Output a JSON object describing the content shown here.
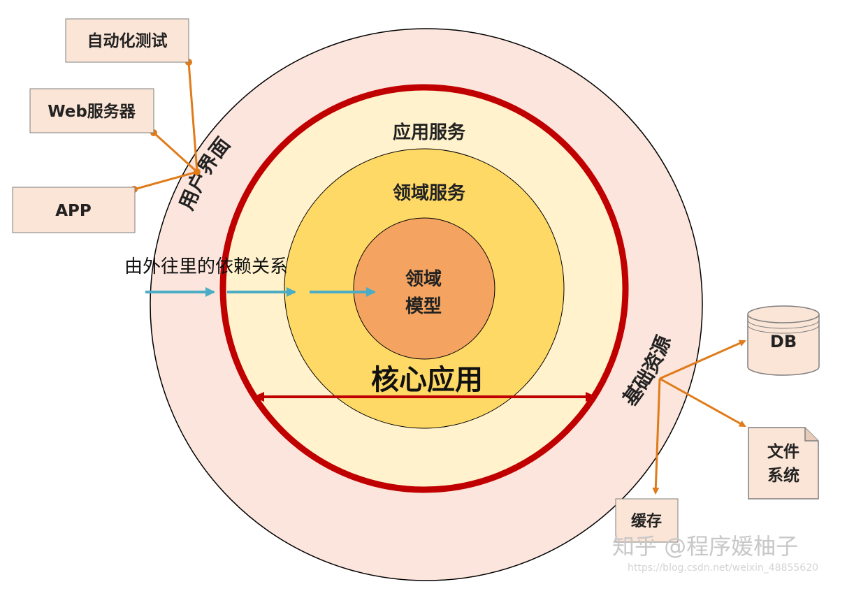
{
  "boxes": {
    "auto_test": "自动化测试",
    "web_server": "Web服务器",
    "app": "APP",
    "db": "DB",
    "file_system_line1": "文件",
    "file_system_line2": "系统",
    "cache": "缓存"
  },
  "layers": {
    "user_interface": "用户界面",
    "infrastructure": "基础资源",
    "application_service": "应用服务",
    "domain_service": "领域服务",
    "domain_model_line1": "领域",
    "domain_model_line2": "模型",
    "core_application": "核心应用"
  },
  "annotation": "由外往里的依赖关系",
  "watermark": {
    "zhihu": "知乎 @程序媛柚子",
    "url": "https://blog.csdn.net/weixin_48855620"
  },
  "colors": {
    "outer_ring": "#fbe5dc",
    "core_ring": "#fff2cc",
    "domain_service": "#ffd966",
    "domain_model": "#f4a460",
    "red_ring": "#c00000",
    "orange_connector": "#e07b1a",
    "blue_arrow": "#4bacc6",
    "box_fill": "#fbe5d6"
  }
}
